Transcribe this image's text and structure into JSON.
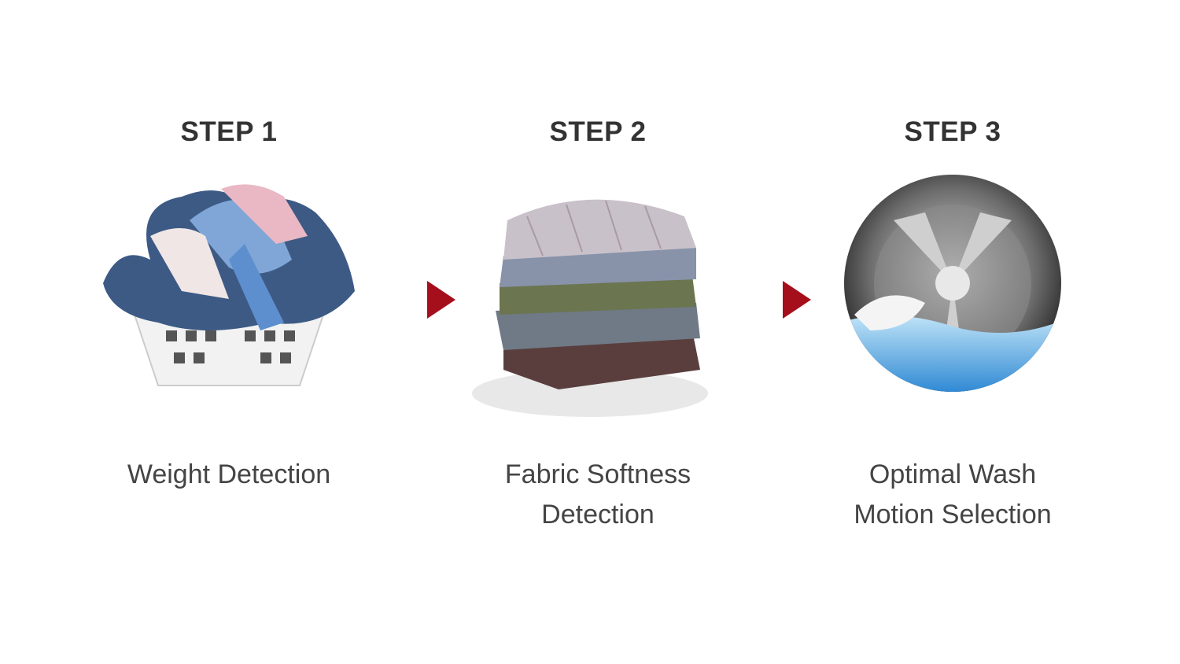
{
  "steps": [
    {
      "title": "STEP 1",
      "label_line1": "Weight Detection",
      "label_line2": "",
      "icon": "laundry-basket"
    },
    {
      "title": "STEP 2",
      "label_line1": "Fabric Softness",
      "label_line2": "Detection",
      "icon": "folded-clothes-stack"
    },
    {
      "title": "STEP 3",
      "label_line1": "Optimal Wash",
      "label_line2": "Motion Selection",
      "icon": "washer-drum"
    }
  ],
  "colors": {
    "arrow": "#a50f1c",
    "title": "#333333",
    "label": "#444444"
  }
}
